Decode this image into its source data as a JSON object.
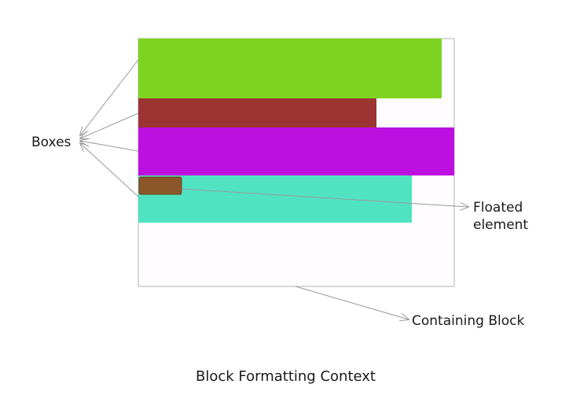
{
  "labels": {
    "boxes": "Boxes",
    "floated_line1": "Floated",
    "floated_line2": "element",
    "containing_block": "Containing Block",
    "caption": "Block Formatting Context"
  },
  "colors": {
    "container_border": "#b5b5b5",
    "container_fill": "#fefcff",
    "box_green": "#7ed321",
    "box_darkred": "#9b3433",
    "box_magenta": "#bd10e0",
    "box_turquoise": "#50e3c2",
    "floated_brown": "#8b572a",
    "arrow": "#9a9a9a"
  }
}
